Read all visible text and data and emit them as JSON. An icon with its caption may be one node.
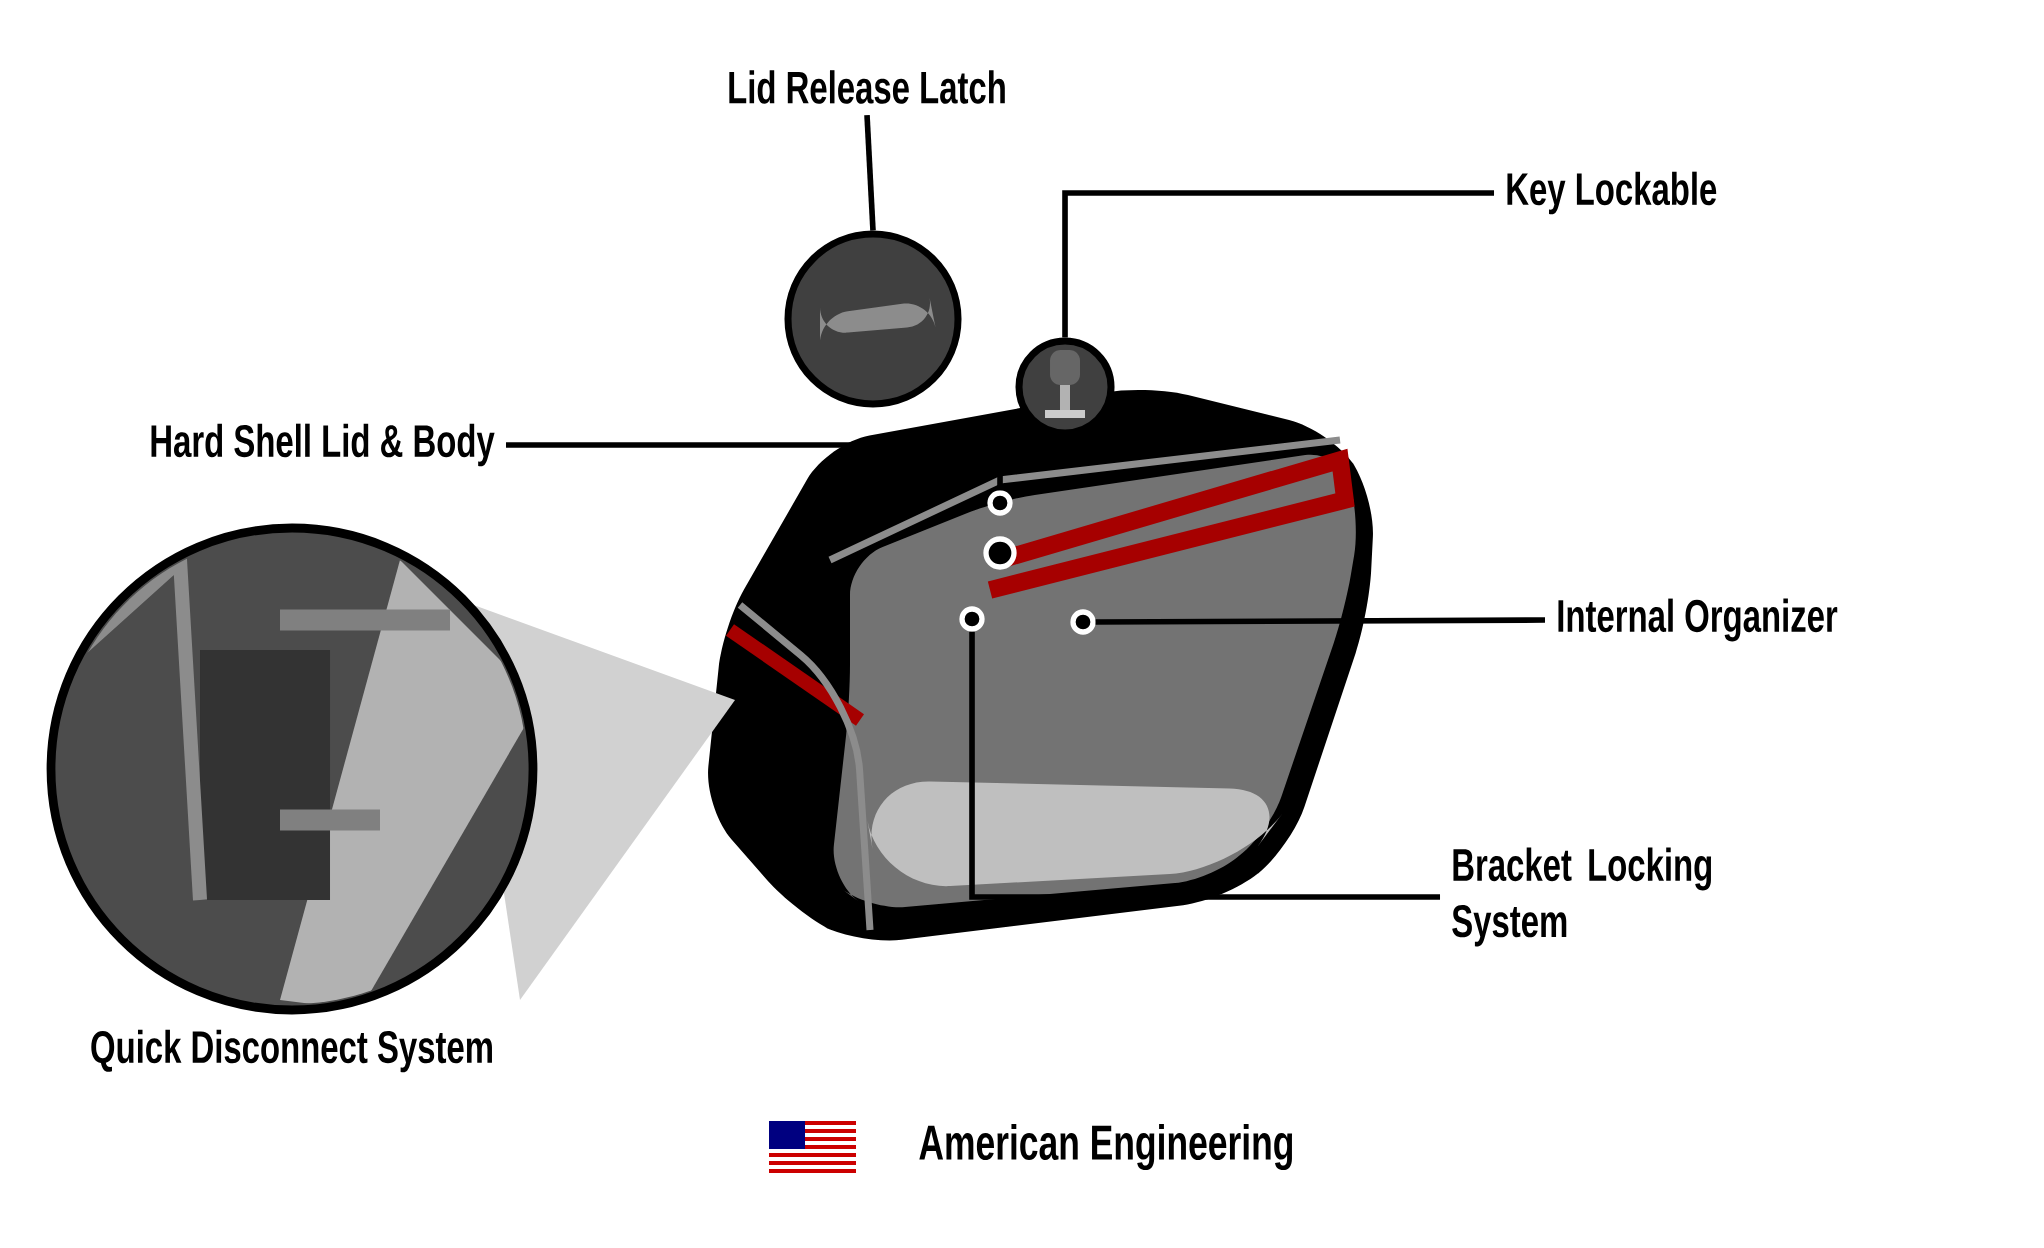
{
  "diagram": {
    "nodes": [
      {
        "text": [
          "Lid Release Latch"
        ]
      },
      {
        "text": [],
        "shape": "picture"
      },
      {
        "text": [
          "Key Lockable"
        ]
      },
      {
        "text": [],
        "shape": "picture"
      },
      {
        "text": [
          "Hard Shell Lid & Body"
        ]
      },
      {
        "text": [],
        "shape": "circle"
      },
      {
        "text": [
          "Internal Organizer"
        ]
      },
      {
        "text": [],
        "shape": "circle"
      },
      {
        "text": [
          "Bracket Locking System"
        ]
      },
      {
        "text": [],
        "shape": "circle"
      },
      {
        "text": [],
        "shape": "picture",
        "beside": [
          "Quick Disconnect System"
        ]
      }
    ],
    "edges": [
      {
        "from": 0,
        "to": 1,
        "arrow": "none"
      },
      {
        "from": 2,
        "to": 3,
        "arrow": "none"
      },
      {
        "from": 4,
        "to": 5,
        "arrow": "none"
      },
      {
        "from": 6,
        "to": 7,
        "arrow": "none"
      },
      {
        "from": 8,
        "to": 9,
        "arrow": "none"
      }
    ],
    "labels": [
      "American Engineering"
    ]
  }
}
